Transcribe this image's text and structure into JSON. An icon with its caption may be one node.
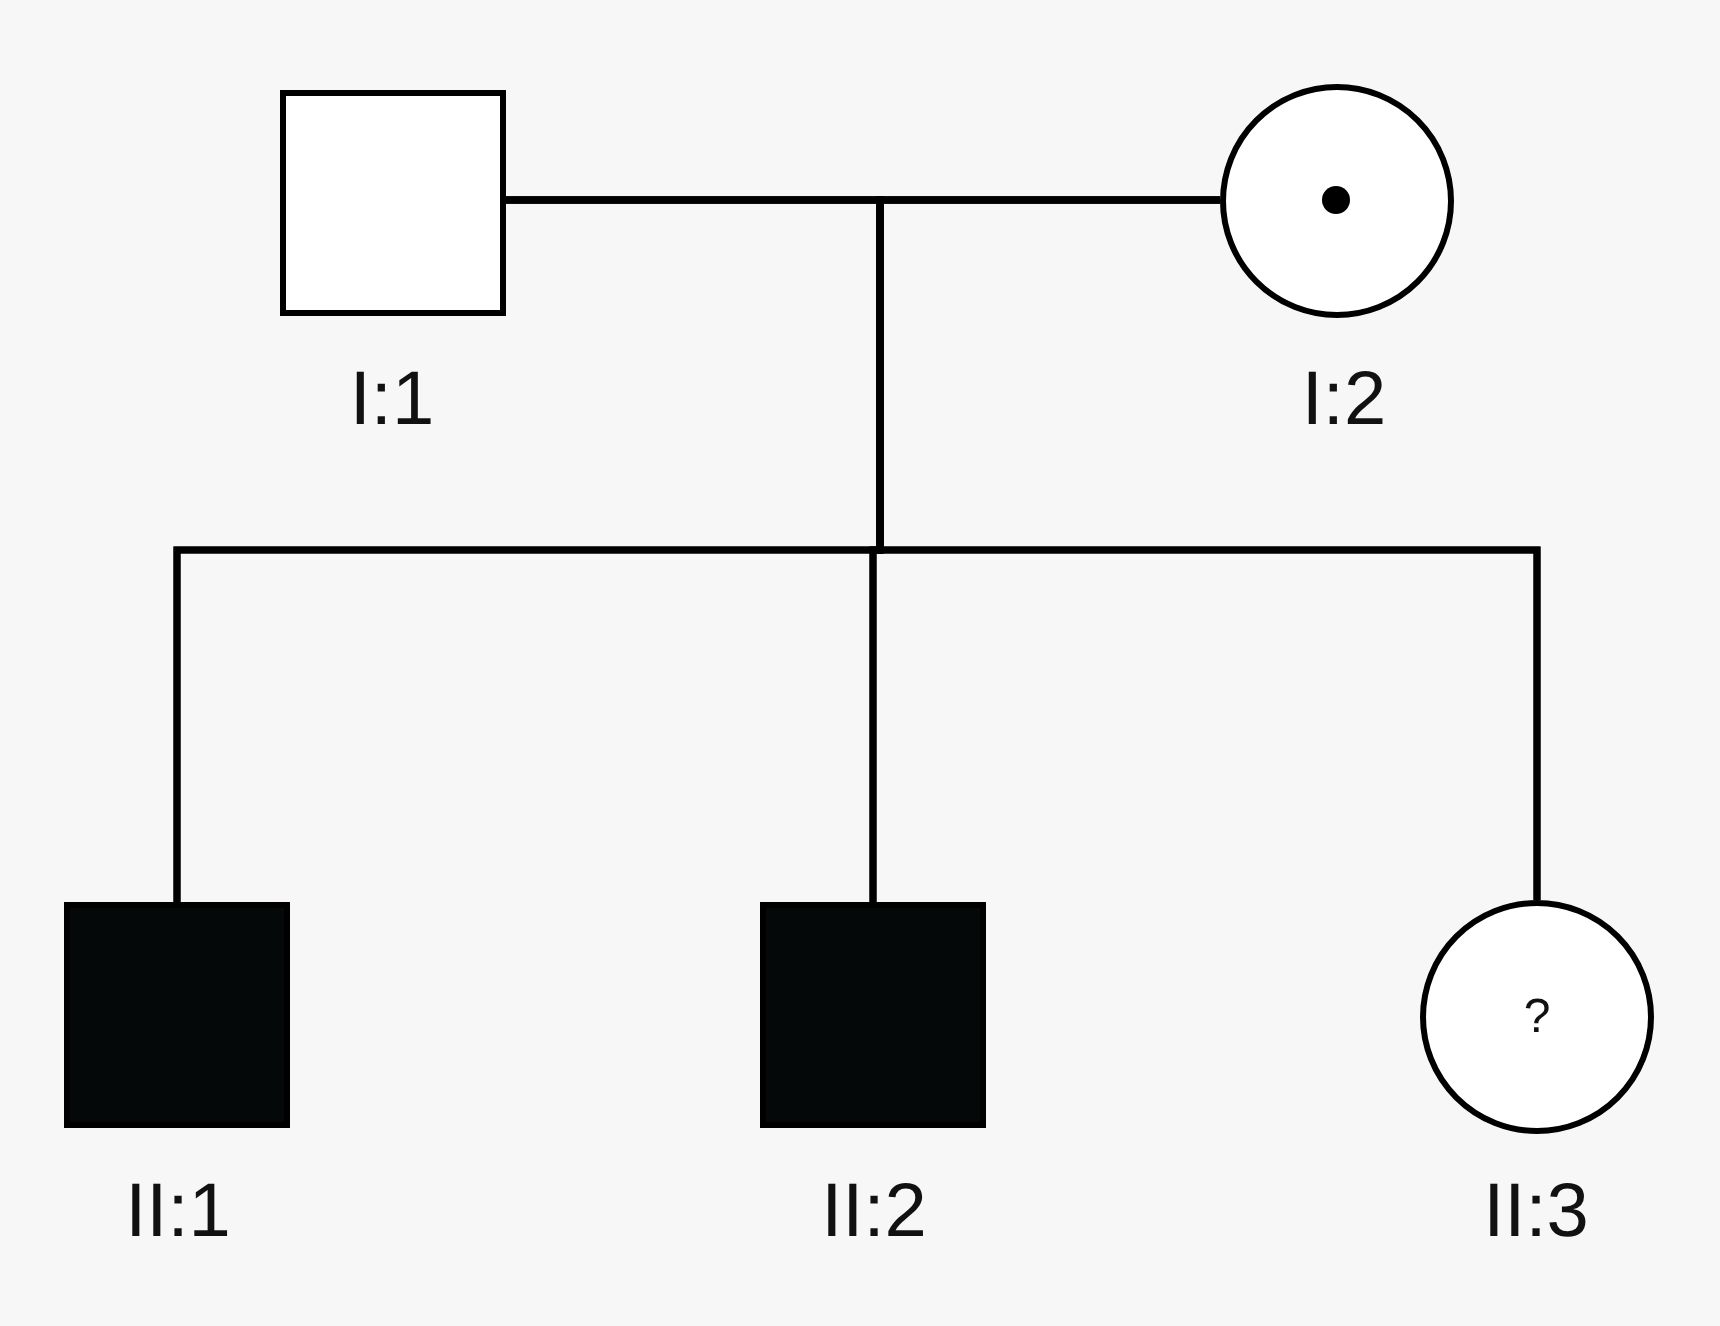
{
  "diagram": {
    "nodes": [
      {
        "text": [],
        "shape": "box",
        "beside": [
          "I:1"
        ]
      },
      {
        "text": [],
        "shape": "circle",
        "beside": [
          "I:2"
        ]
      },
      {
        "text": [],
        "shape": "box",
        "beside": [
          "II:1"
        ]
      },
      {
        "text": [],
        "shape": "box",
        "beside": [
          "II:2"
        ]
      },
      {
        "text": [
          "?"
        ],
        "beside": [
          "II:3"
        ]
      }
    ],
    "edges": [
      {
        "from": 0,
        "to": 1,
        "arrow": "none"
      },
      {
        "from": 0,
        "to": 2,
        "arrow": "none"
      },
      {
        "from": 0,
        "to": 3,
        "arrow": "none"
      },
      {
        "from": 0,
        "to": 4,
        "arrow": "none"
      },
      {
        "from": 1,
        "to": 2,
        "arrow": "none"
      },
      {
        "from": 1,
        "to": 3,
        "arrow": "none"
      },
      {
        "from": 1,
        "to": 4,
        "arrow": "none"
      }
    ]
  }
}
